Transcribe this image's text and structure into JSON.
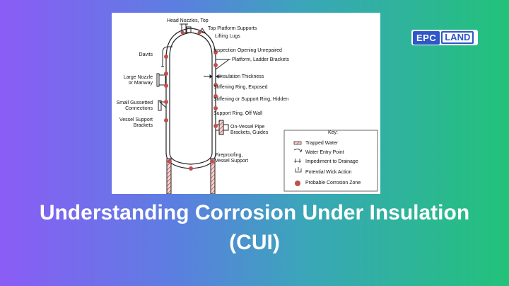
{
  "diagram": {
    "labels_left": [
      {
        "id": "davits",
        "text": "Davits"
      },
      {
        "id": "large-nozzle",
        "text": "Large Nozzle\nor Manway"
      },
      {
        "id": "small-gusset",
        "text": "Small Gussetted\nConnections"
      },
      {
        "id": "vessel-support",
        "text": "Vessel Support\nBrackets"
      }
    ],
    "labels_right": [
      {
        "id": "head-nozzles",
        "text": "Head Nozzles, Top"
      },
      {
        "id": "top-platform",
        "text": "Top Platform Supports"
      },
      {
        "id": "lifting-lugs",
        "text": "Lifting Lugs"
      },
      {
        "id": "inspection-opening",
        "text": "Inspection Opening Unrepaired"
      },
      {
        "id": "platform-ladder",
        "text": "Platform, Ladder Brackets"
      },
      {
        "id": "insulation-thickness",
        "text": "Insulation Thickness"
      },
      {
        "id": "stiffening-exposed",
        "text": "Stiffening Ring, Exposed"
      },
      {
        "id": "stiffening-hidden",
        "text": "Stiffening or Support Ring, Hidden"
      },
      {
        "id": "support-ring",
        "text": "Support Ring, Off Wall"
      },
      {
        "id": "on-vessel-pipe",
        "text": "On-Vessel Pipe\nBrackets, Guides"
      },
      {
        "id": "fireproofing",
        "text": "Fireproofing,\nVessel Support"
      }
    ],
    "key": {
      "title": "Key:",
      "items": [
        {
          "symbol": "hatch",
          "text": "Trapped Water"
        },
        {
          "symbol": "arrow",
          "text": "Water Entry Point"
        },
        {
          "symbol": "impediment",
          "text": "Impediment to Drainage"
        },
        {
          "symbol": "wick",
          "text": "Potential Wick Action"
        },
        {
          "symbol": "zone",
          "text": "Probable Corrosion Zone"
        }
      ]
    },
    "colors": {
      "corrosion": "#c0504d",
      "line": "#222222"
    }
  },
  "logo": {
    "part1": "EPC",
    "part2": "LAND"
  },
  "title": {
    "line1": "Understanding Corrosion Under Insulation",
    "line2": "(CUI)"
  }
}
